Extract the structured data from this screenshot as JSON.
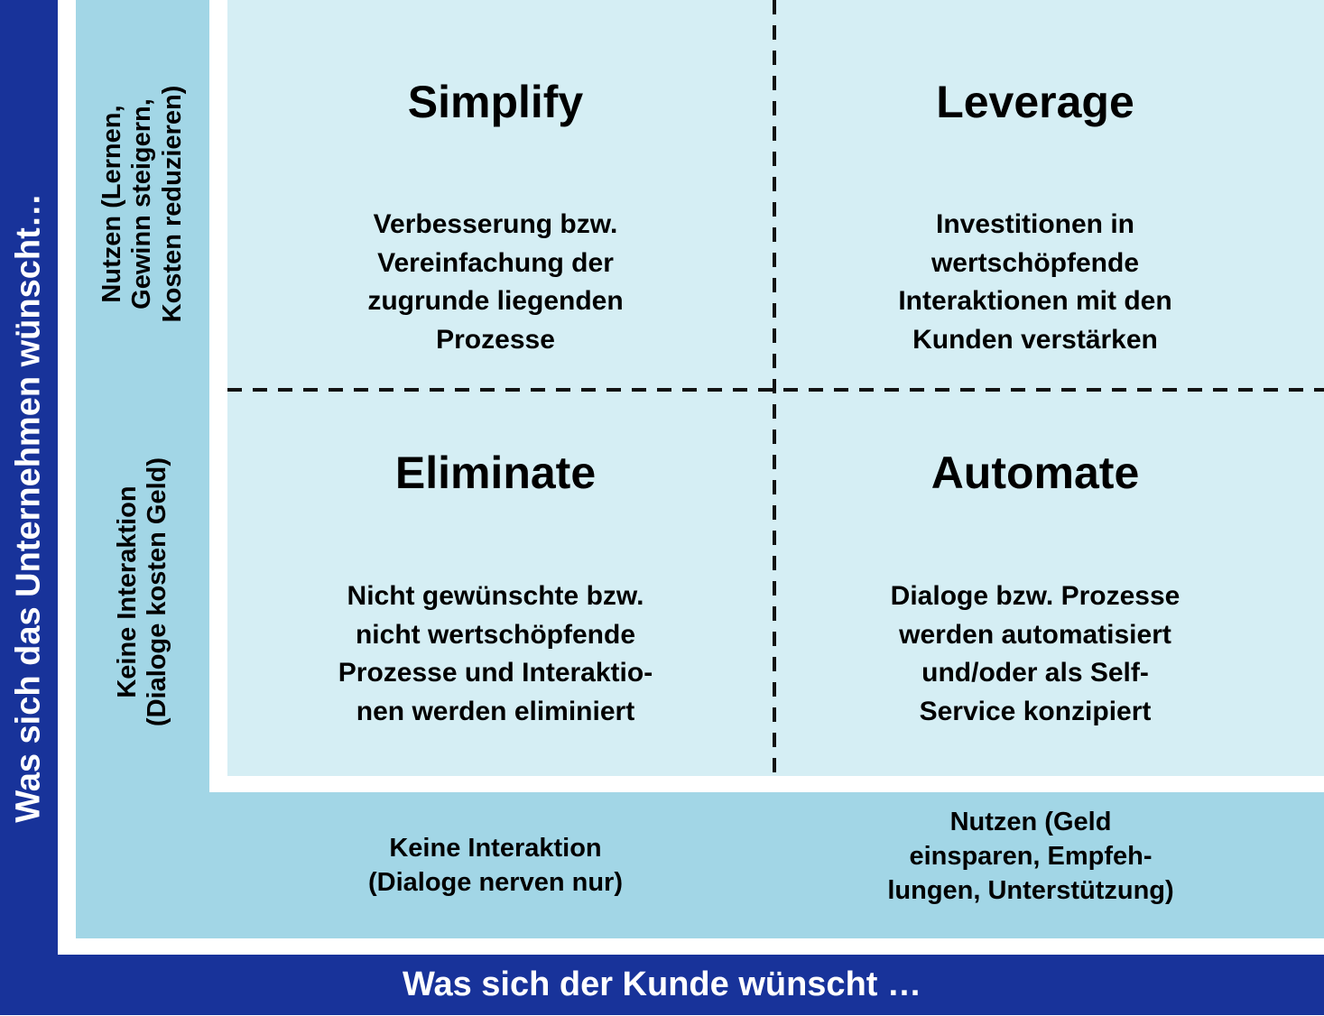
{
  "colors": {
    "outer_band": "#18339a",
    "inner_band": "#a2d6e6",
    "matrix_bg": "#d5eef4",
    "divider": "#111111",
    "outer_text": "#ffffff"
  },
  "axes": {
    "outer_y_label": "Was sich das Unternehmen wünscht…",
    "outer_x_label": "Was sich der Kunde wünscht …",
    "y_top_label": "Nutzen (Lernen,\nGewinn steigern,\nKosten reduzieren)",
    "y_bottom_label": "Keine Interaktion\n(Dialoge kosten Geld)",
    "x_left_label": "Keine Interaktion\n(Dialoge nerven nur)",
    "x_right_label": "Nutzen (Geld\neinsparen, Empfeh-\nlungen, Unterstützung)"
  },
  "quadrants": {
    "simplify": {
      "title": "Simplify",
      "description": "Verbesserung bzw.\nVereinfachung der\nzugrunde liegenden\nProzesse"
    },
    "leverage": {
      "title": "Leverage",
      "description": "Investitionen in\nwertschöpfende\nInteraktionen mit den\nKunden verstärken"
    },
    "eliminate": {
      "title": "Eliminate",
      "description": "Nicht gewünschte bzw.\nnicht wertschöpfende\nProzesse und Interaktio-\nnen werden eliminiert"
    },
    "automate": {
      "title": "Automate",
      "description": "Dialoge bzw. Prozesse\nwerden automatisiert\nund/oder als Self-\nService konzipiert"
    }
  }
}
